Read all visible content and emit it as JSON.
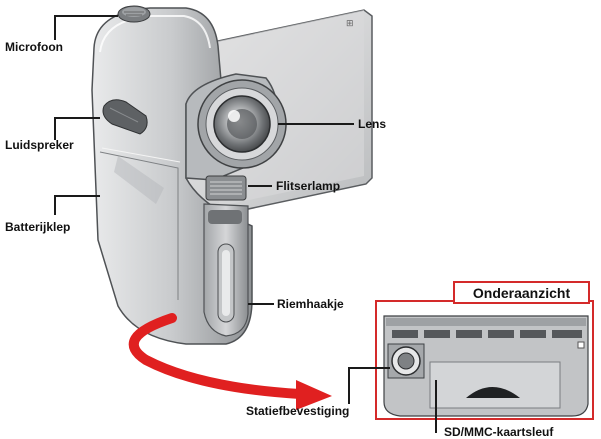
{
  "labels": {
    "microphone": "Microfoon",
    "speaker": "Luidspreker",
    "battery_cover": "Batterijklep",
    "lens": "Lens",
    "flash": "Flitserlamp",
    "strap_hook": "Riemhaakje",
    "tripod_mount": "Statiefbevestiging",
    "card_slot": "SD/MMC-kaartsleuf"
  },
  "inset": {
    "title": "Onderaanzicht"
  },
  "colors": {
    "callout_line": "#1a1a1a",
    "inset_border": "#d42a2a",
    "arrow": "#e02020",
    "body_grey": "#c9cbcd"
  }
}
